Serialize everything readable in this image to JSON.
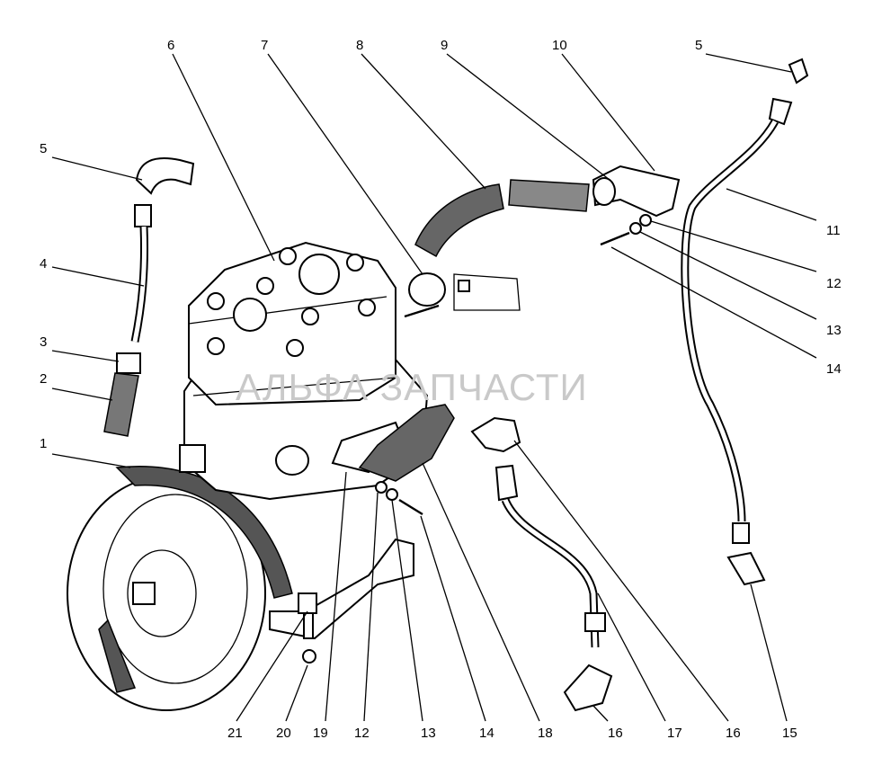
{
  "watermark": "АЛЬФА ЗАПЧАСТИ",
  "callouts": [
    "1",
    "2",
    "3",
    "4",
    "5",
    "5",
    "6",
    "7",
    "8",
    "9",
    "10",
    "11",
    "12",
    "12",
    "13",
    "13",
    "14",
    "14",
    "15",
    "16",
    "16",
    "17",
    "18",
    "19",
    "20",
    "21"
  ]
}
